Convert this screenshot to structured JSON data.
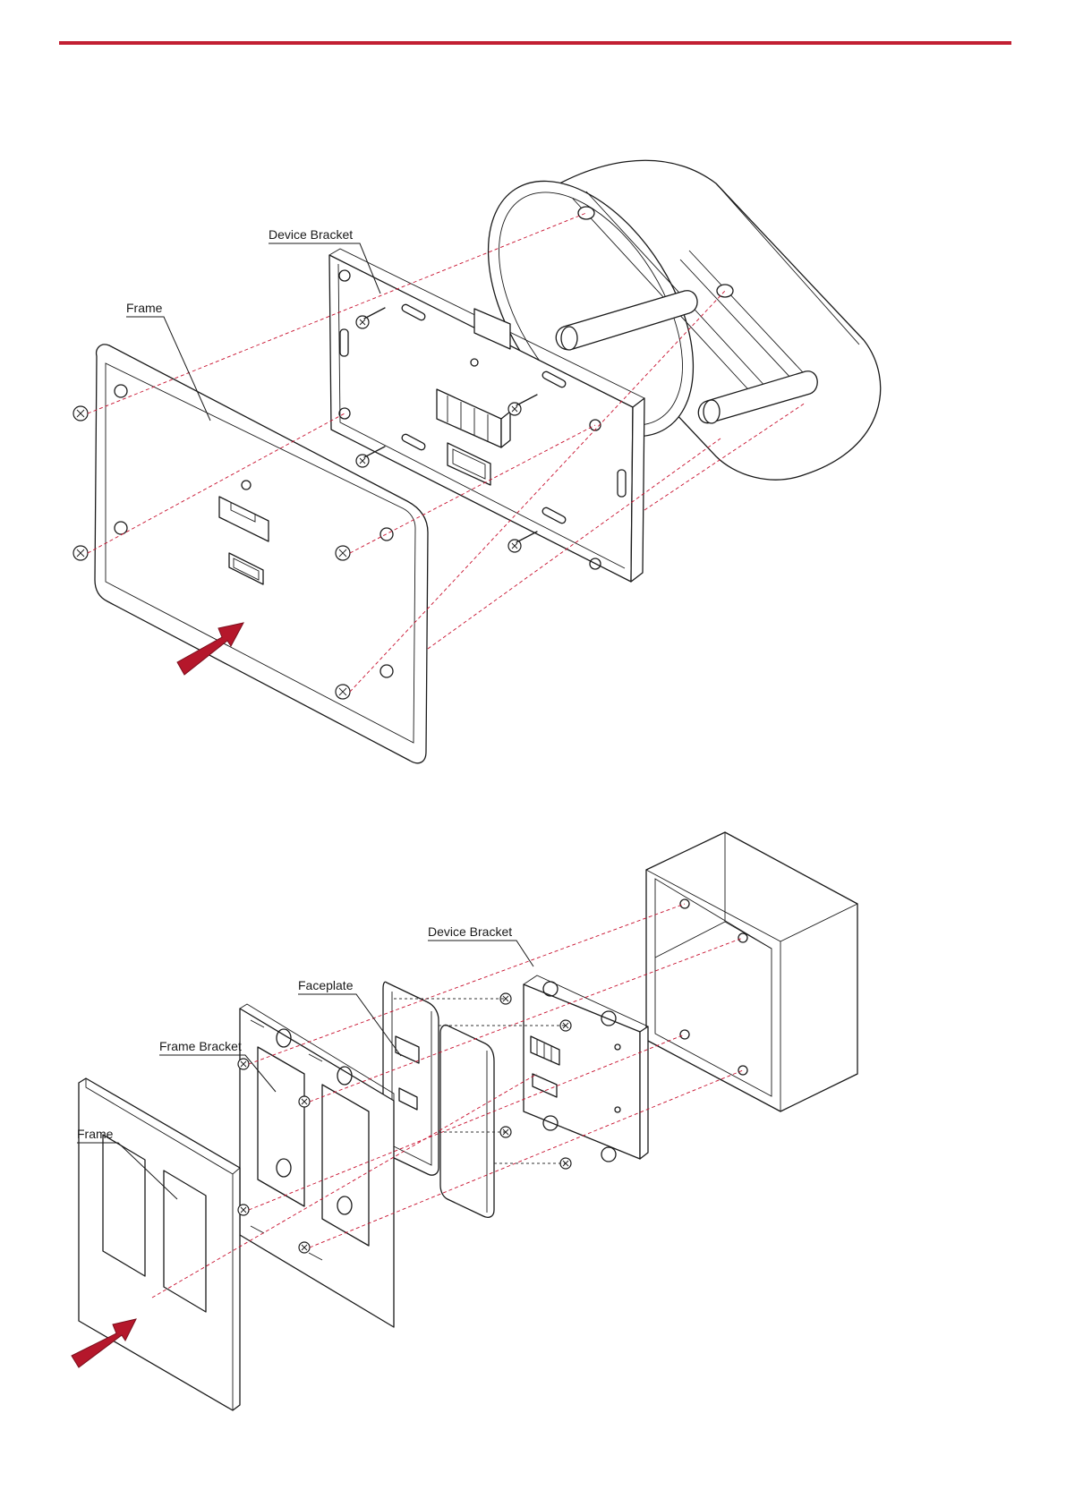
{
  "header": {
    "rule_color": "#c21f32"
  },
  "diagram_top": {
    "labels": {
      "device_bracket": "Device Bracket",
      "frame": "Frame"
    },
    "guide_color": "#c8102e",
    "arrow_color": "#b5172b"
  },
  "diagram_bottom": {
    "labels": {
      "device_bracket": "Device Bracket",
      "faceplate": "Faceplate",
      "frame_bracket": "Frame Bracket",
      "frame": "Frame"
    },
    "guide_color": "#c8102e",
    "arrow_color": "#b5172b"
  }
}
